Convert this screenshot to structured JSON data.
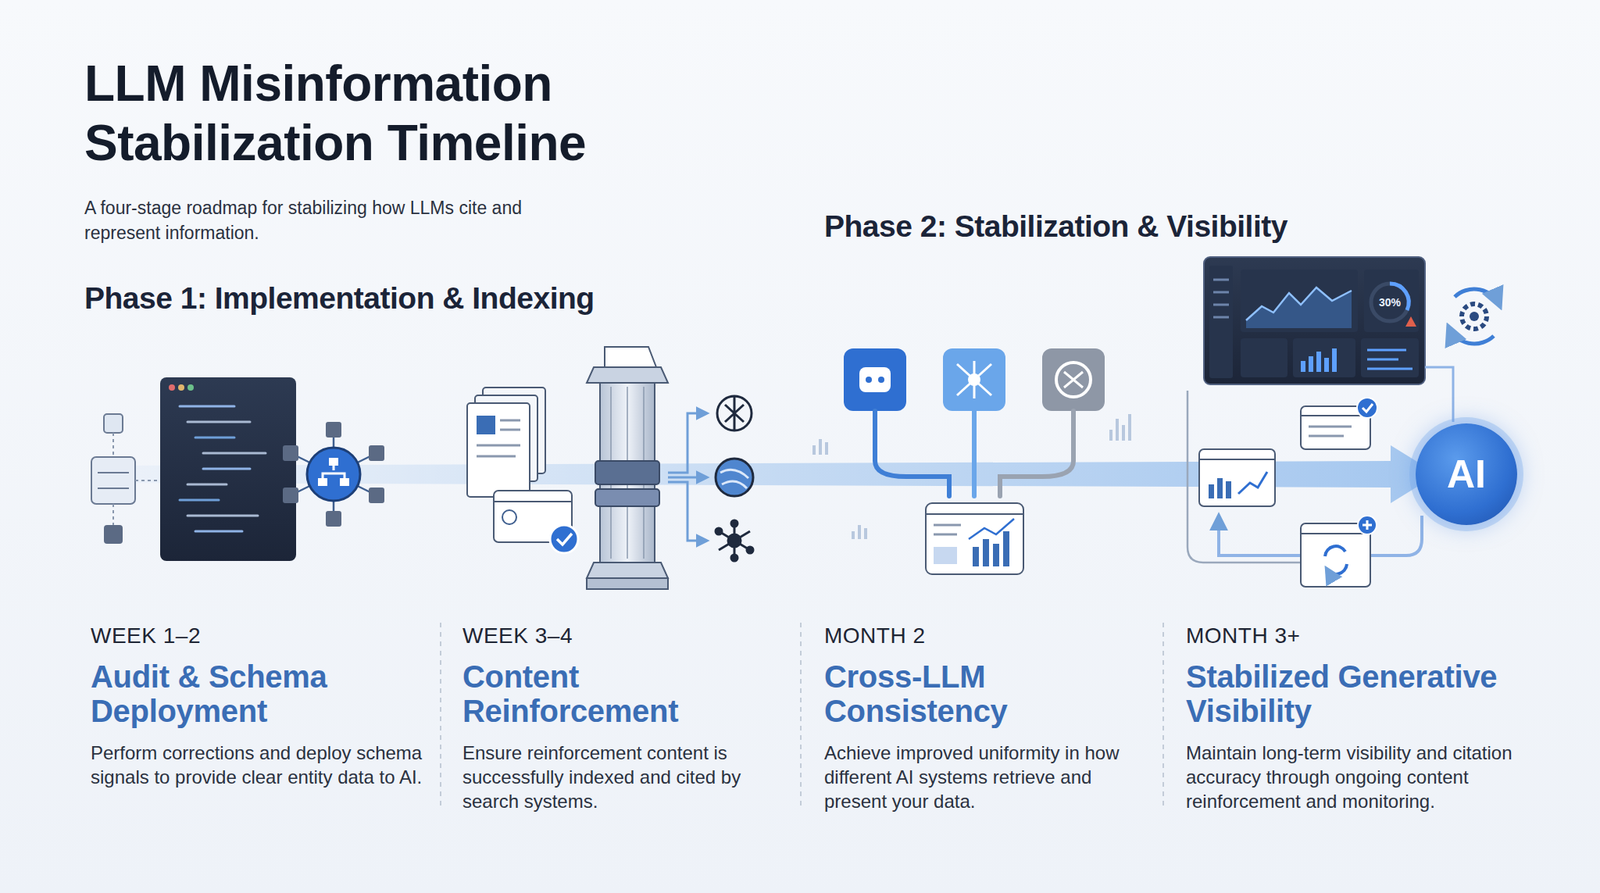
{
  "diagram": {
    "title": "LLM Misinformation Stabilization Timeline",
    "caption": "A four-stage roadmap for stabilizing how LLMs cite and represent information.",
    "nodes": [
      {
        "text": [
          "WEEK 1–2",
          "Audit & Schema Deployment",
          "Perform corrections and deploy schema signals to provide clear entity data to AI."
        ]
      },
      {
        "text": [
          "WEEK 3–4",
          "Content Reinforcement",
          "Ensure reinforcement content is successfully indexed and cited by search systems."
        ]
      },
      {
        "text": [
          "MONTH 2",
          "Cross-LLM Consistency",
          "Achieve improved uniformity in how different AI systems retrieve and present your data."
        ]
      },
      {
        "text": [
          "MONTH 3+",
          "Stabilized Generative Visibility",
          "Maintain long-term visibility and citation accuracy through ongoing content reinforcement and monitoring."
        ]
      },
      {
        "text": [
          "AI"
        ]
      }
    ],
    "labels": [
      "Phase 1: Implementation & Indexing",
      "Phase 2: Stabilization & Visibility",
      "30%"
    ]
  }
}
